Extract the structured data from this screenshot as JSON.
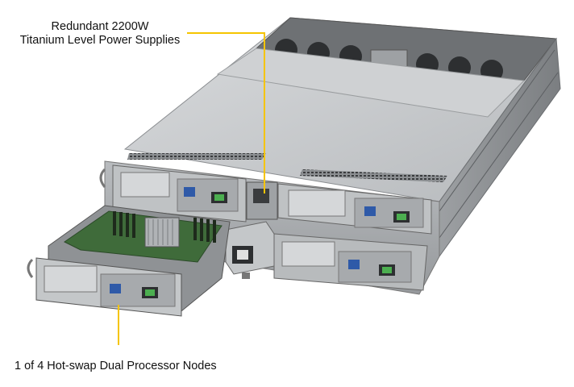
{
  "callouts": {
    "psu": {
      "line1": "Redundant 2200W",
      "line2": "Titanium Level Power Supplies"
    },
    "node": {
      "text": "1 of 4 Hot-swap Dual Processor Nodes"
    }
  },
  "colors": {
    "callout_line": "#f5c400",
    "chassis_top": "#c6c8ca",
    "chassis_side": "#8e9194",
    "chassis_front": "#a9acaf",
    "node_panel": "#b8bbbd",
    "pcb_green": "#3f6b3a",
    "port_blue": "#2f5aa8"
  },
  "icons": [
    "server-chassis",
    "fan-module",
    "power-supply",
    "compute-node",
    "ethernet-port",
    "vga-port"
  ]
}
